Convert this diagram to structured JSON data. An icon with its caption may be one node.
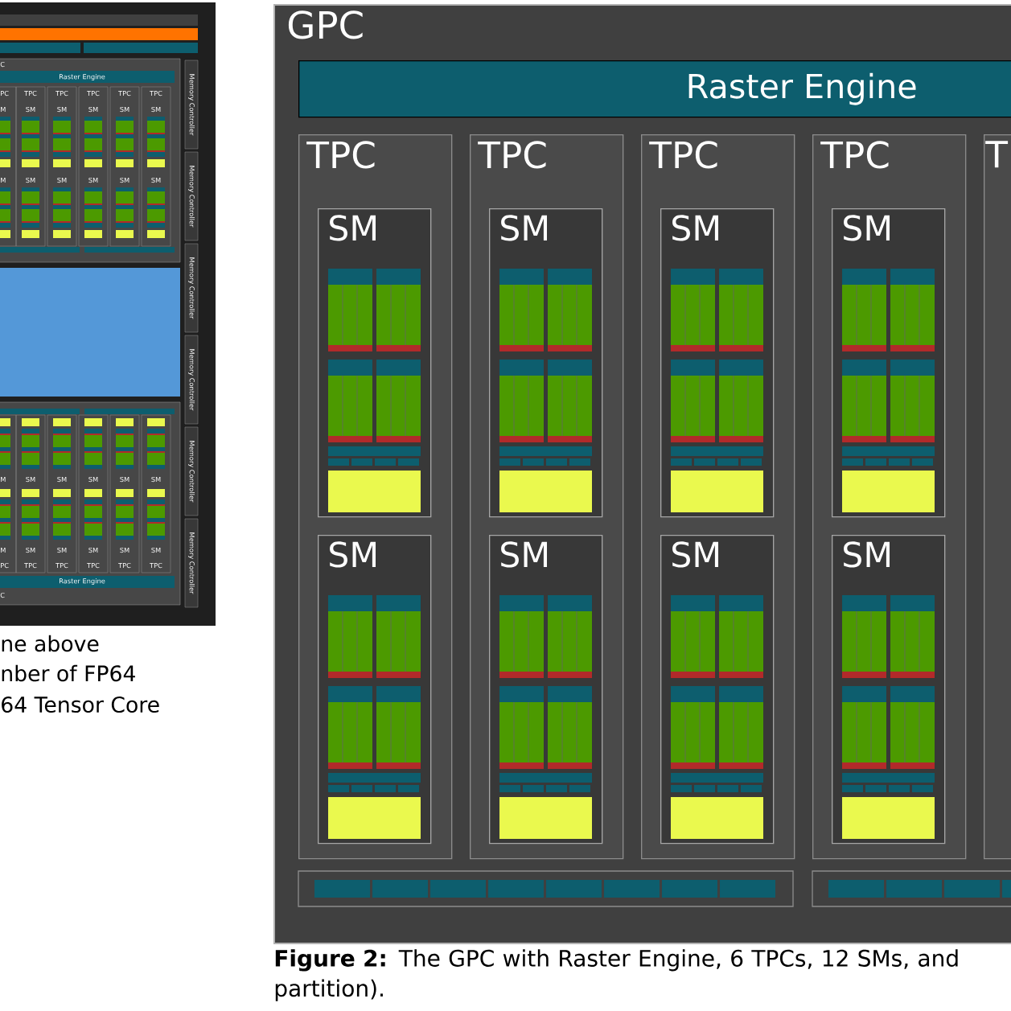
{
  "diagram": {
    "caption": "**Figure 2:** The GPC with Raster Engine, 6 TPCs, 12 SMs, and partition).",
    "nodes": [
      {
        "text": [
          "GPC"
        ]
      },
      {
        "text": [
          "Raster Engine"
        ],
        "in": 0
      },
      {
        "text": [
          "TPC"
        ],
        "in": 0
      },
      {
        "text": [
          "SM"
        ],
        "in": 2
      },
      {
        "text": [
          "SM"
        ],
        "in": 2
      },
      {
        "text": [
          "TPC"
        ],
        "in": 0
      },
      {
        "text": [
          "SM"
        ],
        "in": 5
      },
      {
        "text": [
          "SM"
        ],
        "in": 5
      },
      {
        "text": [
          "TPC"
        ],
        "in": 0
      },
      {
        "text": [
          "SM"
        ],
        "in": 8
      },
      {
        "text": [
          "SM"
        ],
        "in": 8
      },
      {
        "text": [
          "TPC"
        ],
        "in": 0
      },
      {
        "text": [
          "SM"
        ],
        "in": 11
      },
      {
        "text": [
          "SM"
        ],
        "in": 11
      },
      {
        "text": [
          "T"
        ],
        "in": 0
      }
    ],
    "labels": [
      "C",
      "Raster Engine",
      "PC",
      "TPC",
      "TPC",
      "TPC",
      "TPC",
      "TPC",
      "M",
      "SM",
      "SM",
      "SM",
      "SM",
      "SM",
      "M",
      "SM",
      "SM",
      "SM",
      "SM",
      "SM",
      "M",
      "SM",
      "SM",
      "SM",
      "SM",
      "SM",
      "M",
      "SM",
      "SM",
      "SM",
      "SM",
      "SM",
      "PC",
      "TPC",
      "TPC",
      "TPC",
      "TPC",
      "TPC",
      "Raster Engine",
      "C",
      "Memory Controller",
      "Memory Controller",
      "Memory Controller",
      "Memory Controller",
      "Memory Controller",
      "Memory Controller",
      "ne above",
      "nber of FP64",
      "64 Tensor Core"
    ]
  }
}
